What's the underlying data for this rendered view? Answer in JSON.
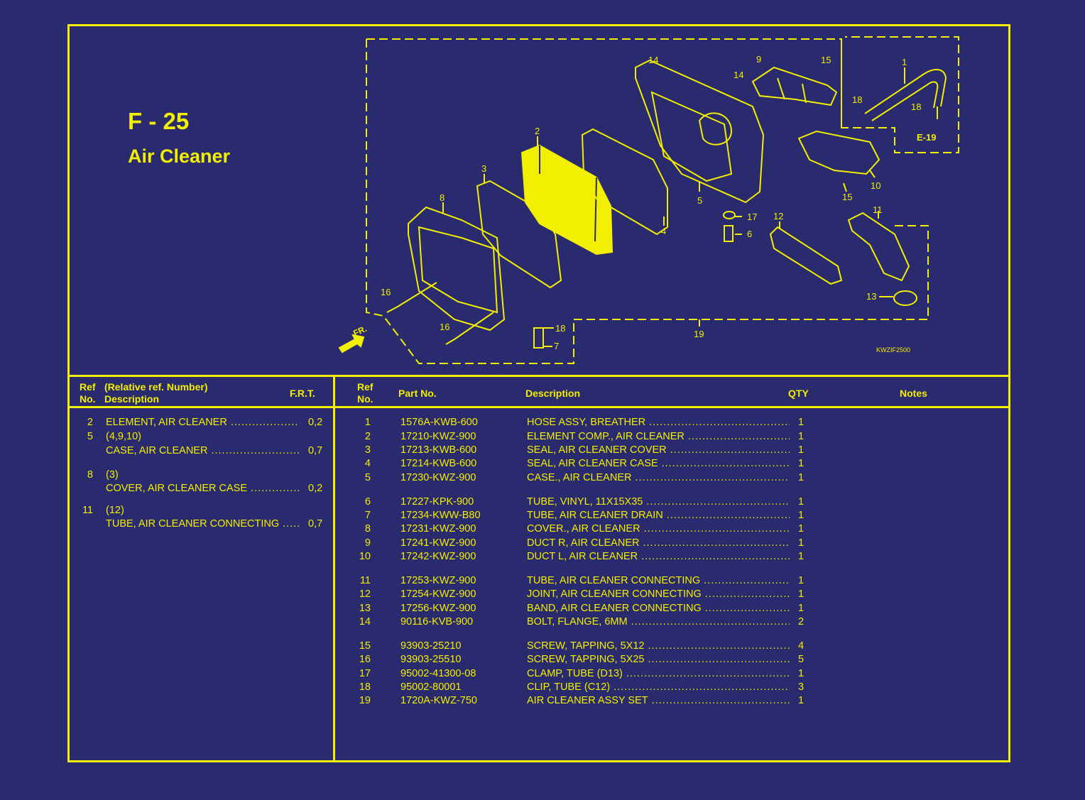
{
  "section_code": "F - 25",
  "section_title": "Air Cleaner",
  "diagram": {
    "code": "KWZIF2500",
    "front_label": "FR.",
    "ref_note": "E-19",
    "callouts": [
      "1",
      "2",
      "3",
      "4",
      "5",
      "6",
      "7",
      "8",
      "9",
      "10",
      "11",
      "12",
      "13",
      "14",
      "14",
      "15",
      "15",
      "16",
      "16",
      "17",
      "18",
      "18",
      "19"
    ]
  },
  "left_table": {
    "header_ref_line1": "Ref",
    "header_ref_line2": "No.",
    "header_desc_line1": "(Relative ref. Number)",
    "header_desc_line2": "Description",
    "header_frt": "F.R.T.",
    "rows": [
      {
        "ref": "2",
        "rel": "",
        "desc": "ELEMENT, AIR CLEANER",
        "frt": "0,2"
      },
      {
        "ref": "5",
        "rel": "(4,9,10)",
        "desc": "CASE, AIR CLEANER",
        "frt": "0,7"
      },
      {
        "ref": "8",
        "rel": "(3)",
        "desc": "COVER, AIR CLEANER CASE",
        "frt": "0,2"
      },
      {
        "ref": "11",
        "rel": "(12)",
        "desc": "TUBE, AIR CLEANER CONNECTING",
        "frt": "0,7"
      }
    ]
  },
  "right_table": {
    "header_ref_line1": "Ref",
    "header_ref_line2": "No.",
    "header_part": "Part No.",
    "header_desc": "Description",
    "header_qty": "QTY",
    "header_notes": "Notes",
    "rows": [
      {
        "ref": "1",
        "part": "1576A-KWB-600",
        "desc": "HOSE ASSY, BREATHER",
        "qty": "1"
      },
      {
        "ref": "2",
        "part": "17210-KWZ-900",
        "desc": "ELEMENT COMP., AIR CLEANER",
        "qty": "1"
      },
      {
        "ref": "3",
        "part": "17213-KWB-600",
        "desc": "SEAL, AIR CLEANER COVER",
        "qty": "1"
      },
      {
        "ref": "4",
        "part": "17214-KWB-600",
        "desc": "SEAL, AIR CLEANER CASE",
        "qty": "1"
      },
      {
        "ref": "5",
        "part": "17230-KWZ-900",
        "desc": "CASE., AIR CLEANER",
        "qty": "1"
      },
      {
        "ref": "6",
        "part": "17227-KPK-900",
        "desc": "TUBE, VINYL, 11X15X35",
        "qty": "1"
      },
      {
        "ref": "7",
        "part": "17234-KWW-B80",
        "desc": "TUBE, AIR CLEANER DRAIN",
        "qty": "1"
      },
      {
        "ref": "8",
        "part": "17231-KWZ-900",
        "desc": "COVER., AIR CLEANER",
        "qty": "1"
      },
      {
        "ref": "9",
        "part": "17241-KWZ-900",
        "desc": "DUCT R, AIR CLEANER",
        "qty": "1"
      },
      {
        "ref": "10",
        "part": "17242-KWZ-900",
        "desc": "DUCT L, AIR CLEANER",
        "qty": "1"
      },
      {
        "ref": "11",
        "part": "17253-KWZ-900",
        "desc": "TUBE, AIR CLEANER CONNECTING",
        "qty": "1"
      },
      {
        "ref": "12",
        "part": "17254-KWZ-900",
        "desc": "JOINT, AIR CLEANER CONNECTING",
        "qty": "1"
      },
      {
        "ref": "13",
        "part": "17256-KWZ-900",
        "desc": "BAND, AIR CLEANER CONNECTING",
        "qty": "1"
      },
      {
        "ref": "14",
        "part": "90116-KVB-900",
        "desc": "BOLT, FLANGE, 6MM",
        "qty": "2"
      },
      {
        "ref": "15",
        "part": "93903-25210",
        "desc": "SCREW, TAPPING, 5X12",
        "qty": "4"
      },
      {
        "ref": "16",
        "part": "93903-25510",
        "desc": "SCREW, TAPPING, 5X25",
        "qty": "5"
      },
      {
        "ref": "17",
        "part": "95002-41300-08",
        "desc": "CLAMP, TUBE (D13)",
        "qty": "1"
      },
      {
        "ref": "18",
        "part": "95002-80001",
        "desc": "CLIP, TUBE (C12)",
        "qty": "3"
      },
      {
        "ref": "19",
        "part": "1720A-KWZ-750",
        "desc": "AIR CLEANER ASSY SET",
        "qty": "1"
      }
    ]
  },
  "colors": {
    "background": "#2a2a6e",
    "foreground": "#f3ef00"
  }
}
